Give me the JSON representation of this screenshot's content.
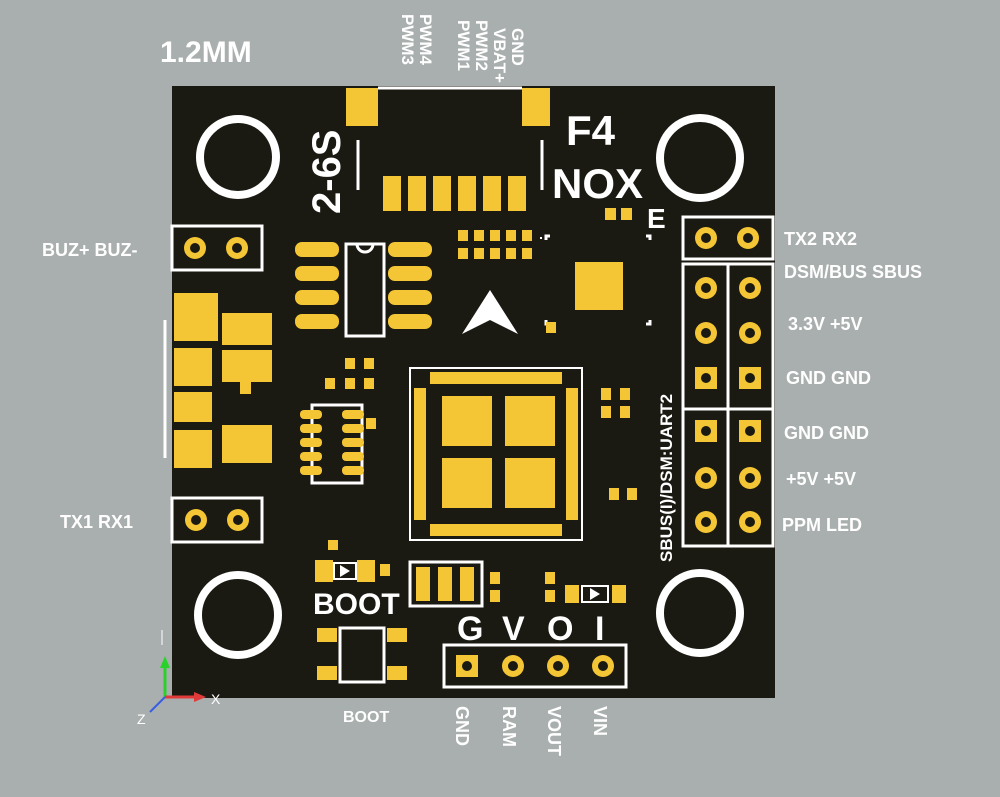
{
  "board": {
    "thickness_label": "1.2MM",
    "model_name_line1": "F4",
    "model_name_line2": "NOX",
    "model_suffix": "E",
    "voltage_rating": "2-6S",
    "uart_marking": "SBUS(I)/DSM:UART2",
    "boot_silk": "BOOT",
    "gvoi_silk": [
      "G",
      "V",
      "O",
      "I"
    ]
  },
  "labels": {
    "top_pins": [
      "GND",
      "VBAT+",
      "PWM2",
      "PWM1",
      "PWM4",
      "PWM3"
    ],
    "left_buzzer": "BUZ+  BUZ-",
    "left_uart1": "TX1  RX1",
    "right_uart2": "TX2   RX2",
    "right_dsm_sbus": "DSM/BUS  SBUS",
    "right_33v_5v": "3.3V   +5V",
    "right_gnd1": "GND    GND",
    "right_gnd2": "GND    GND",
    "right_5v_5v": "+5V    +5V",
    "right_ppm_led": "PPM    LED",
    "bottom_boot": "BOOT",
    "bottom_pins": [
      "GND",
      "RAM",
      "VOUT",
      "VIN"
    ]
  },
  "axis": {
    "x": "X",
    "z": "Z"
  },
  "colors": {
    "background": "#a9afae",
    "pcb": "#1b1a12",
    "pad": "#f4c534",
    "silkscreen": "#ffffff"
  }
}
